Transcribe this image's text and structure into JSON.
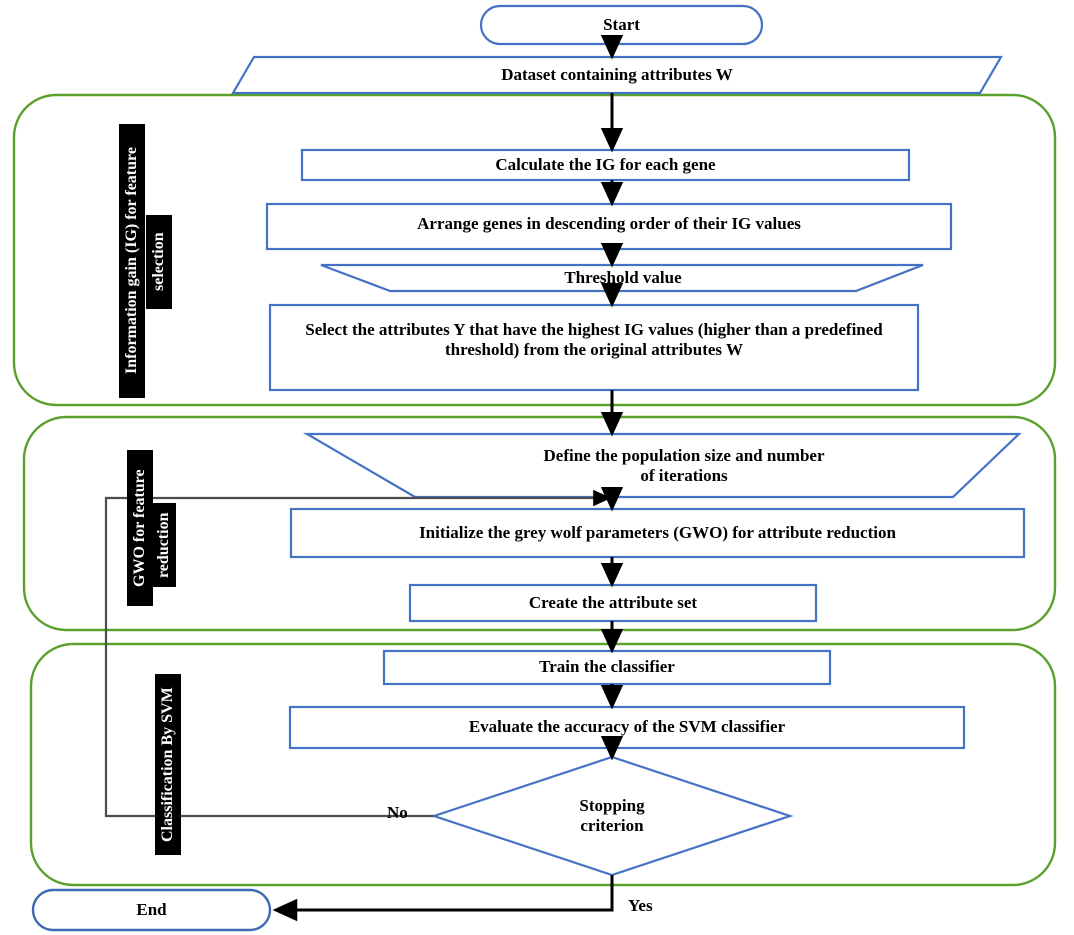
{
  "diagram": {
    "title": "Proposed hybrid IG-GWO-SVM classification flowchart",
    "colors": {
      "node_stroke": "#4472c4",
      "group_stroke": "#5aa02c",
      "arrow": "#000000",
      "feedback_line": "#4d4d4d",
      "label_bg": "#000000",
      "label_fg": "#ffffff",
      "background": "#ffffff"
    },
    "groups": [
      {
        "id": "group-ig",
        "label": "Information gain (IG) for feature",
        "label2": "selection"
      },
      {
        "id": "group-gwo",
        "label": "GWO for feature",
        "label2": "reduction"
      },
      {
        "id": "group-svm",
        "label": "Classification By SVM",
        "label2": ""
      }
    ],
    "nodes": {
      "start": {
        "shape": "terminator",
        "text": "Start"
      },
      "dataset": {
        "shape": "parallelogram",
        "text": "Dataset containing attributes W"
      },
      "calc_ig": {
        "shape": "process",
        "text": "Calculate the IG for each gene"
      },
      "arrange": {
        "shape": "process",
        "text": "Arrange genes in descending order of their IG values"
      },
      "threshold": {
        "shape": "trapezoid",
        "text": "Threshold value"
      },
      "select_attrs": {
        "shape": "process",
        "text": "Select the attributes Y that have the highest IG values (higher than a predefined threshold) from the original attributes W"
      },
      "define_pop": {
        "shape": "trapezoid",
        "text": "Define the population size and number\nof iterations"
      },
      "init_gwo": {
        "shape": "process",
        "text": "Initialize the grey wolf parameters (GWO) for attribute reduction"
      },
      "create_set": {
        "shape": "process",
        "text": "Create the attribute set"
      },
      "train": {
        "shape": "process",
        "text": "Train the classifier"
      },
      "evaluate": {
        "shape": "process",
        "text": "Evaluate the accuracy of the SVM classifier"
      },
      "stopping": {
        "shape": "decision",
        "text": "Stopping\ncriterion"
      },
      "end": {
        "shape": "terminator",
        "text": "End"
      }
    },
    "edge_labels": {
      "no": "No",
      "yes": "Yes"
    }
  }
}
